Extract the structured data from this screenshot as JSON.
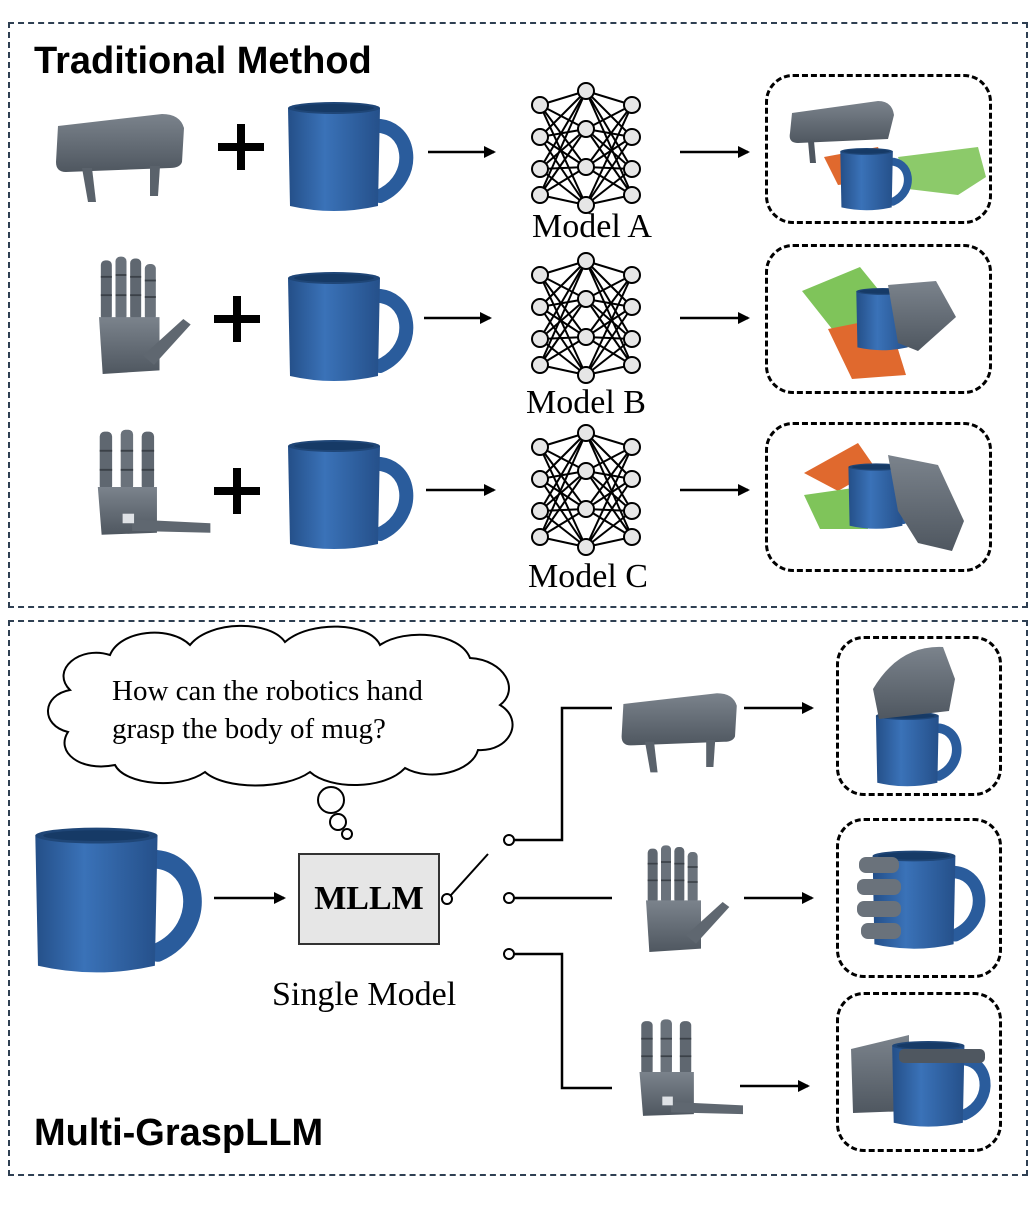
{
  "top": {
    "title": "Traditional Method",
    "models": [
      {
        "label": "Model A"
      },
      {
        "label": "Model B"
      },
      {
        "label": "Model C"
      }
    ]
  },
  "bottom": {
    "title": "Multi-GraspLLM",
    "question": "How can the robotics hand grasp the body of mug?",
    "mllm_label": "MLLM",
    "single_model_label": "Single Model"
  },
  "colors": {
    "border": "#2e3f52",
    "mug": "#2f63a5",
    "gripper": "#5f6770",
    "green": "#7fc45a",
    "orange": "#e0692e"
  }
}
